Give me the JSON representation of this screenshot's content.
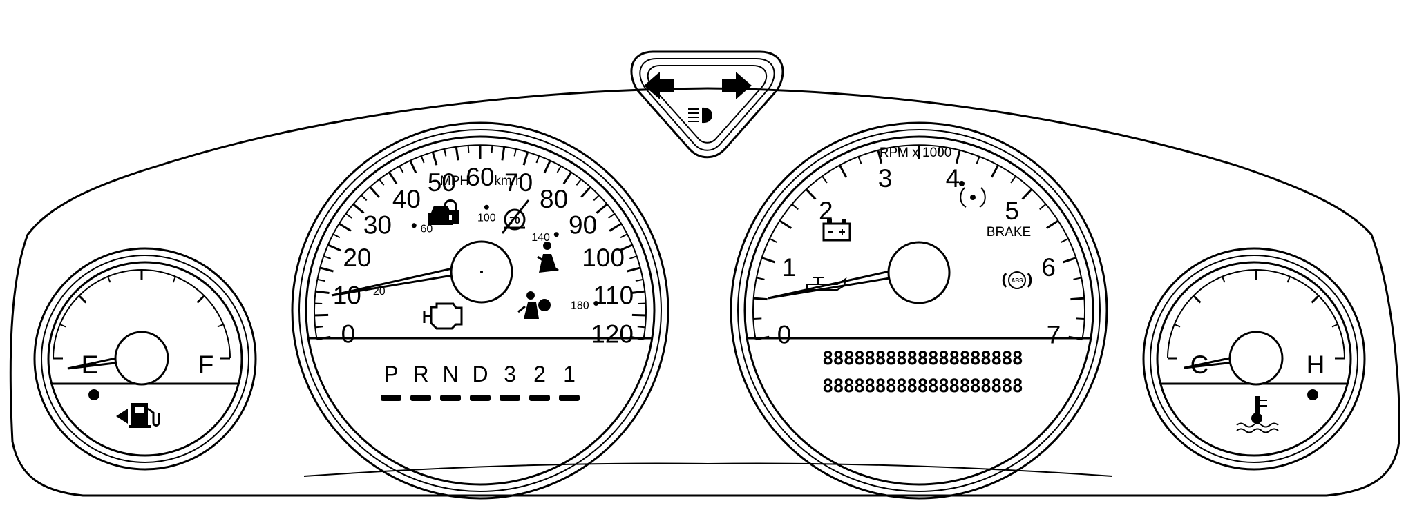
{
  "speedometer": {
    "mph_unit": "MPH",
    "kmh_unit": "km/h",
    "mph_labels": [
      "0",
      "10",
      "20",
      "30",
      "40",
      "50",
      "60",
      "70",
      "80",
      "90",
      "100",
      "110",
      "120"
    ],
    "kmh_labels": [
      "20",
      "60",
      "100",
      "140",
      "180"
    ],
    "max_mph": 120
  },
  "tachometer": {
    "unit_label": "RPM x 1000",
    "labels": [
      "0",
      "1",
      "2",
      "3",
      "4",
      "5",
      "6",
      "7"
    ],
    "brake_label": "BRAKE",
    "abs_label": "ABS"
  },
  "fuel_gauge": {
    "empty_label": "E",
    "full_label": "F"
  },
  "temp_gauge": {
    "cold_label": "C",
    "hot_label": "H"
  },
  "prndl": {
    "gears": [
      "P",
      "R",
      "N",
      "D",
      "3",
      "2",
      "1"
    ]
  },
  "odometer_display": {
    "line1": "8888888888888888888",
    "line2": "8888888888888888888"
  },
  "icons": [
    "turn-left-arrow-icon",
    "turn-right-arrow-icon",
    "high-beam-icon",
    "security-icon",
    "cruise-control-off-icon",
    "seatbelt-icon",
    "airbag-icon",
    "check-engine-icon",
    "battery-icon",
    "traction-control-icon",
    "oil-pressure-icon",
    "abs-icon",
    "low-fuel-icon",
    "coolant-temp-icon"
  ]
}
